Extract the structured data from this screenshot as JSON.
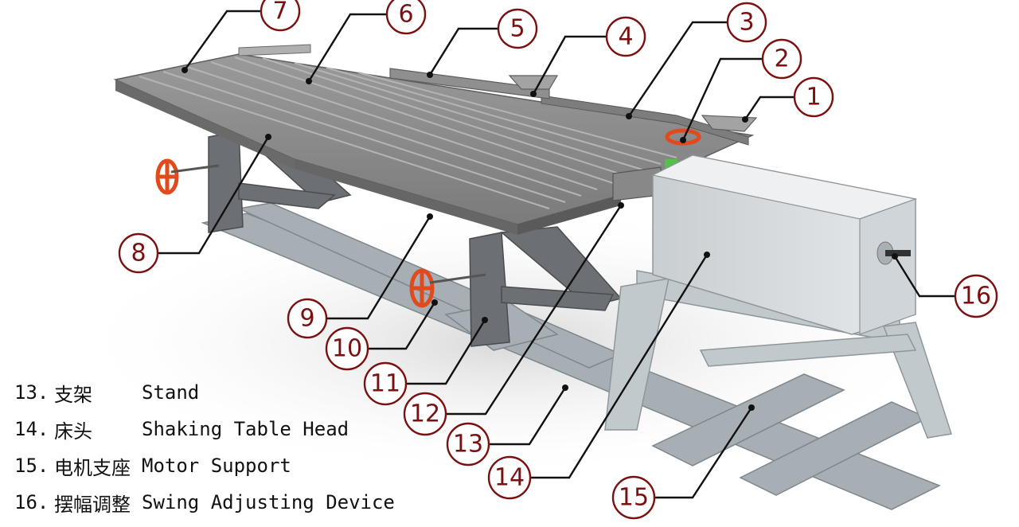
{
  "callouts": [
    "1",
    "2",
    "3",
    "4",
    "5",
    "6",
    "7",
    "8",
    "9",
    "10",
    "11",
    "12",
    "13",
    "14",
    "15",
    "16"
  ],
  "legend": [
    {
      "num": "13.",
      "zh": "支架",
      "en": "Stand"
    },
    {
      "num": "14.",
      "zh": "床头",
      "en": "Shaking Table Head"
    },
    {
      "num": "15.",
      "zh": "电机支座",
      "en": "Motor Support"
    },
    {
      "num": "16.",
      "zh": "摆幅调整",
      "en": "Swing Adjusting Device"
    }
  ],
  "colors": {
    "callout": "#7a1010",
    "deck": "#8d8d8d",
    "frame": "#9aa2a8",
    "handwheel": "#e04a1c",
    "motor_box": "#d8dde0"
  }
}
